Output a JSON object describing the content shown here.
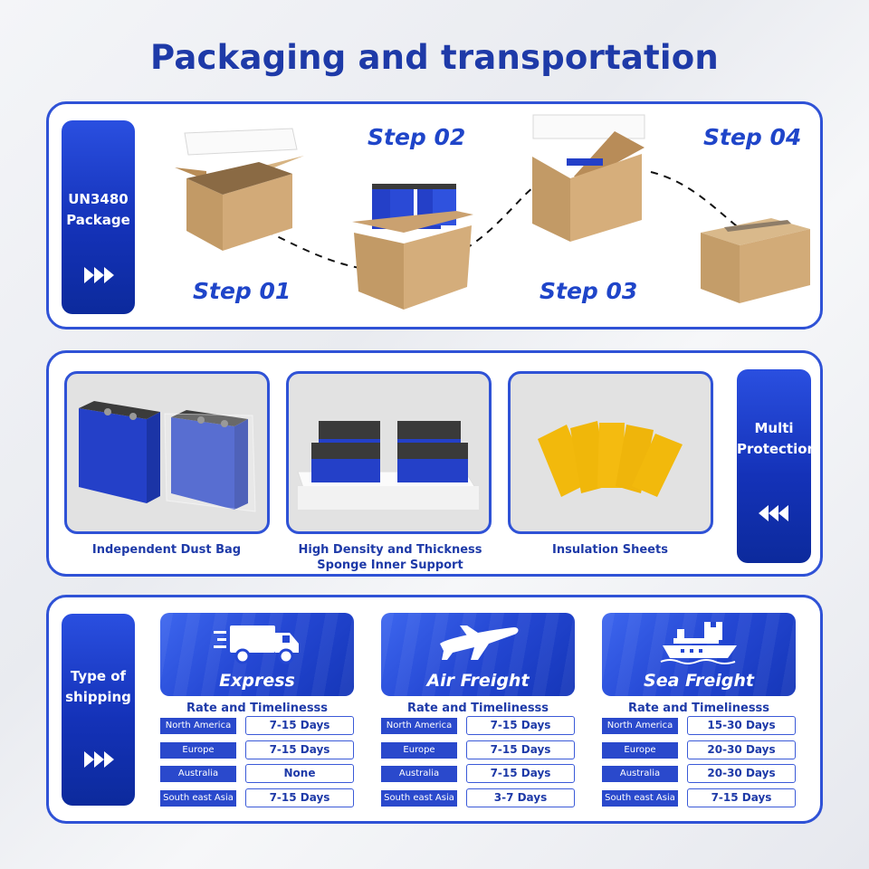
{
  "title": "Packaging and transportation",
  "package_tab": {
    "line1": "UN3480",
    "line2": "Package"
  },
  "steps": [
    "Step 01",
    "Step 02",
    "Step 03",
    "Step 04"
  ],
  "protection_tab": {
    "line1": "Multi",
    "line2": "Protection"
  },
  "protections": [
    {
      "line1": "Independent Dust Bag",
      "line2": ""
    },
    {
      "line1": "High Density and Thickness",
      "line2": "Sponge Inner Support"
    },
    {
      "line1": "Insulation Sheets",
      "line2": ""
    }
  ],
  "shipping_tab": {
    "line1": "Type of",
    "line2": "shipping"
  },
  "rate_heading": "Rate and Timelinesss",
  "shipping": [
    {
      "mode": "Express",
      "rates": [
        {
          "region": "North America",
          "days": "7-15 Days"
        },
        {
          "region": "Europe",
          "days": "7-15 Days"
        },
        {
          "region": "Australia",
          "days": "None"
        },
        {
          "region": "South east Asia",
          "days": "7-15 Days"
        }
      ]
    },
    {
      "mode": "Air Freight",
      "rates": [
        {
          "region": "North America",
          "days": "7-15 Days"
        },
        {
          "region": "Europe",
          "days": "7-15 Days"
        },
        {
          "region": "Australia",
          "days": "7-15 Days"
        },
        {
          "region": "South east Asia",
          "days": "3-7 Days"
        }
      ]
    },
    {
      "mode": "Sea Freight",
      "rates": [
        {
          "region": "North America",
          "days": "15-30 Days"
        },
        {
          "region": "Europe",
          "days": "20-30 Days"
        },
        {
          "region": "Australia",
          "days": "20-30 Days"
        },
        {
          "region": "South east Asia",
          "days": "7-15 Days"
        }
      ]
    }
  ],
  "colors": {
    "brand_blue": "#1e3aa8",
    "accent_blue": "#2f52d6",
    "box_kraft": "#c9a574",
    "battery_blue": "#2440c8",
    "insulation_yellow": "#f2b90c"
  },
  "icons": [
    "double-chevron-right-icon",
    "double-chevron-left-icon",
    "delivery-truck-icon",
    "airplane-icon",
    "cargo-ship-icon"
  ]
}
